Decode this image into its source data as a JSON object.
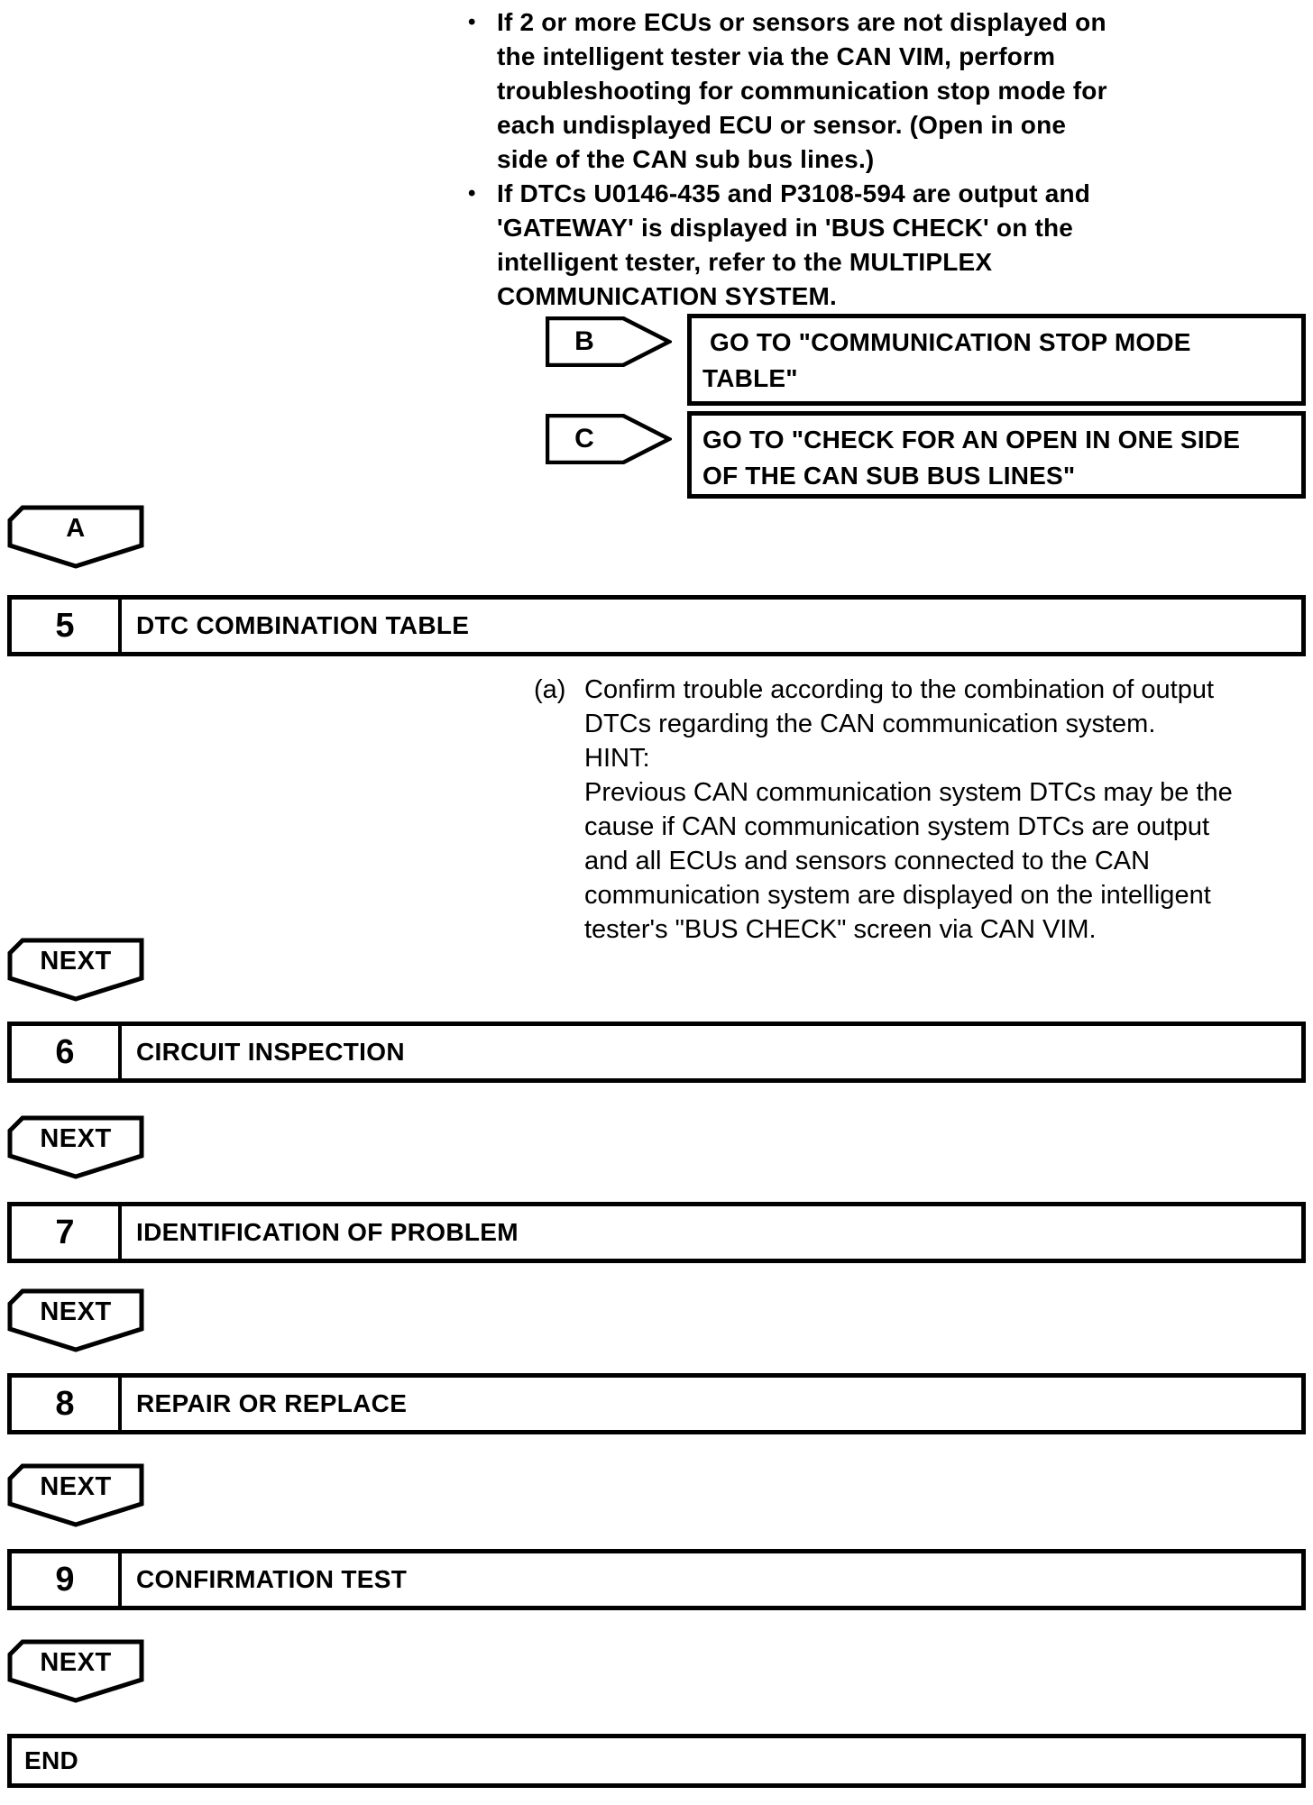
{
  "document": {
    "bullets": [
      {
        "marker": "•",
        "text": "If 2 or more ECUs or sensors are not displayed on\nthe intelligent tester via the CAN VIM, perform\ntroubleshooting for communication stop mode for\neach undisplayed ECU or sensor. (Open in one\nside of the CAN sub bus lines.)"
      },
      {
        "marker": "•",
        "text": "If DTCs U0146-435 and P3108-594 are output and\n'GATEWAY' is displayed in 'BUS CHECK' on the\nintelligent tester, refer to the MULTIPLEX\nCOMMUNICATION SYSTEM."
      }
    ],
    "goto_b": {
      "label": "B",
      "text": " GO TO \"COMMUNICATION STOP MODE\nTABLE\""
    },
    "goto_c": {
      "label": "C",
      "text": "GO TO \"CHECK FOR AN OPEN IN ONE SIDE\nOF THE CAN SUB BUS LINES\""
    },
    "connector_a_label": "A",
    "next_label": "NEXT",
    "steps": [
      {
        "number": "5",
        "title": "DTC COMBINATION TABLE"
      },
      {
        "number": "6",
        "title": "CIRCUIT INSPECTION"
      },
      {
        "number": "7",
        "title": "IDENTIFICATION OF PROBLEM"
      },
      {
        "number": "8",
        "title": "REPAIR OR REPLACE"
      },
      {
        "number": "9",
        "title": "CONFIRMATION TEST"
      }
    ],
    "step5_note": {
      "marker": "(a)",
      "text": "Confirm trouble according to the combination of output\nDTCs regarding the CAN communication system.\nHINT:\nPrevious CAN communication system DTCs may be the\ncause if CAN communication system DTCs are output\nand all ECUs and sensors connected to the CAN\ncommunication system are displayed on the intelligent\ntester's \"BUS CHECK\" screen via CAN VIM."
    },
    "end_label": "END",
    "colors": {
      "ink": "#000000",
      "paper": "#ffffff"
    }
  }
}
